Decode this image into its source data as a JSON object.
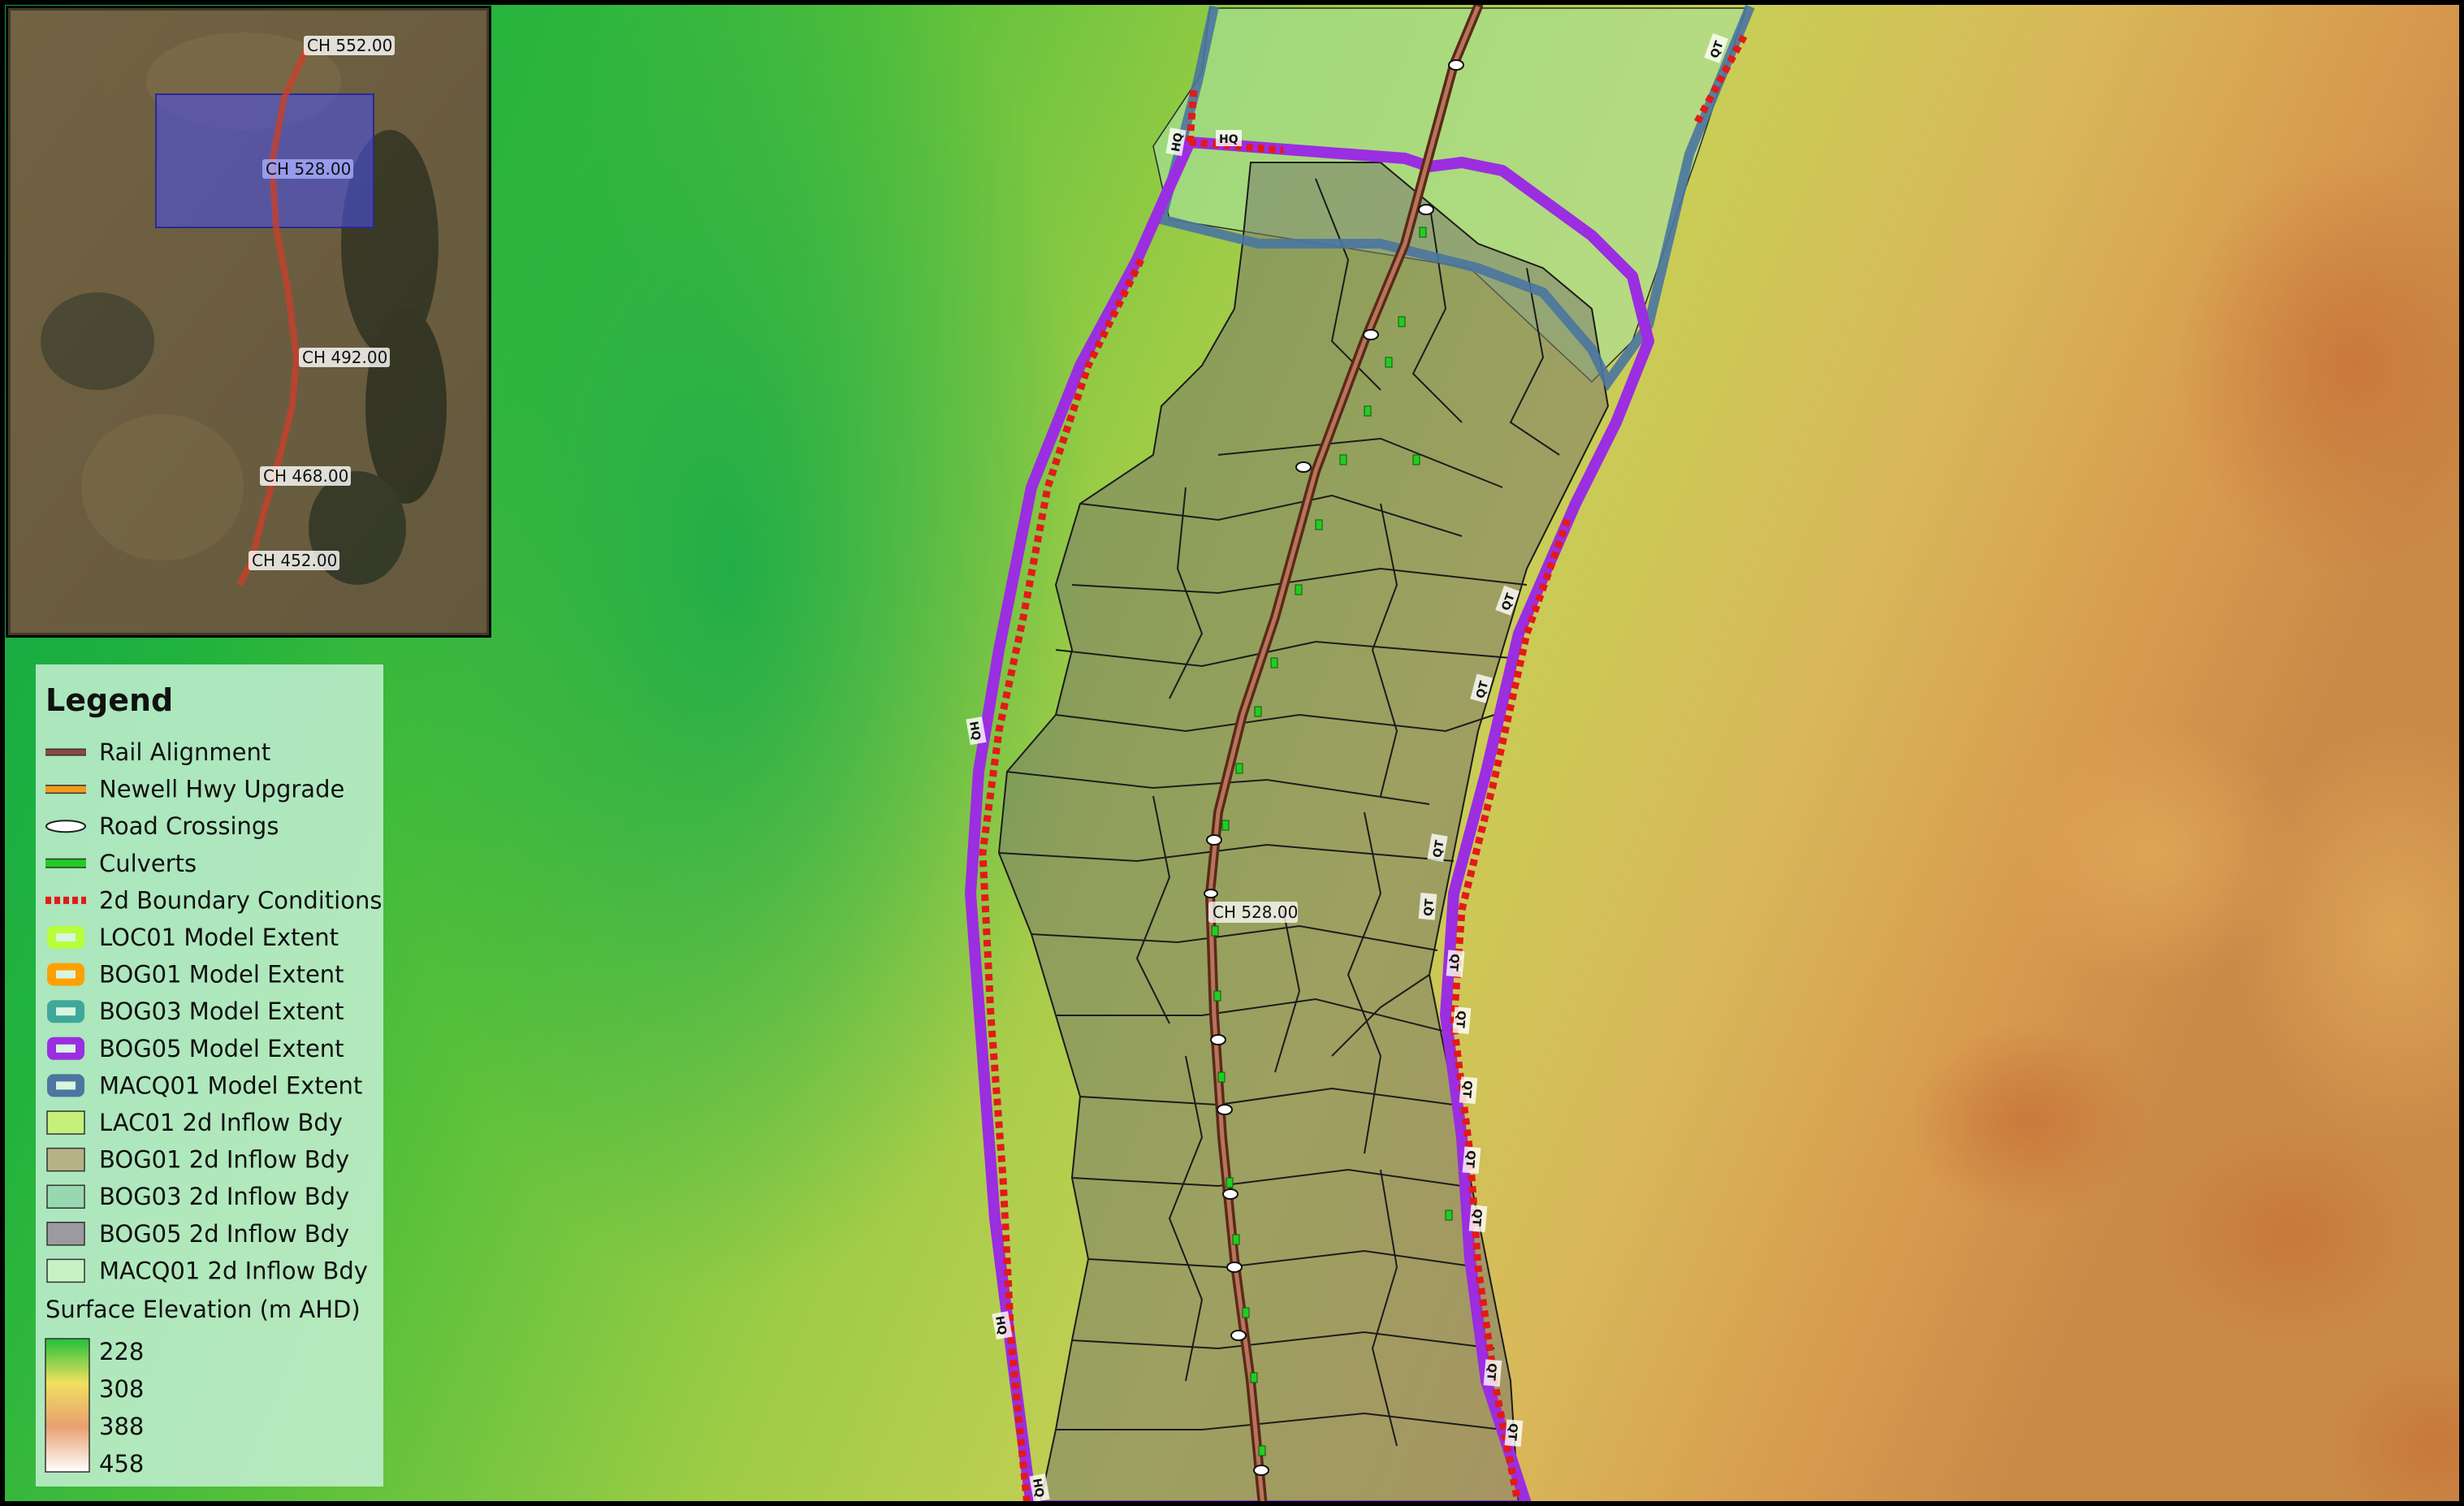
{
  "colors": {
    "rail": "#8b4a3a",
    "hwy": "#f29b1c",
    "culvert": "#22cc22",
    "boundary": "#e21a1a",
    "bog05": "#9b2ee0",
    "macq01": "#4a76a0",
    "inflow_fill": "#7a7a6a",
    "macq_fill": "#a9e3a0"
  },
  "inset": {
    "chainages": [
      "CH 552.00",
      "CH 528.00",
      "CH 492.00",
      "CH 468.00",
      "CH 452.00"
    ]
  },
  "map": {
    "chainage_label": "CH 528.00",
    "hq_label": "HQ",
    "qt_label": "QT"
  },
  "legend": {
    "title": "Legend",
    "items": [
      {
        "label": "Rail Alignment",
        "symbol": "rail"
      },
      {
        "label": "Newell Hwy Upgrade",
        "symbol": "hwy"
      },
      {
        "label": "Road Crossings",
        "symbol": "crossing"
      },
      {
        "label": "Culverts",
        "symbol": "culvert"
      },
      {
        "label": "2d Boundary Conditions",
        "symbol": "boundary"
      },
      {
        "label": "LOC01 Model Extent",
        "symbol": "ext-loc01"
      },
      {
        "label": "BOG01 Model Extent",
        "symbol": "ext-bog01"
      },
      {
        "label": "BOG03 Model Extent",
        "symbol": "ext-bog03"
      },
      {
        "label": "BOG05 Model Extent",
        "symbol": "ext-bog05"
      },
      {
        "label": "MACQ01 Model Extent",
        "symbol": "ext-macq01"
      },
      {
        "label": "LAC01 2d Inflow Bdy",
        "symbol": "fill-lac01"
      },
      {
        "label": "BOG01 2d Inflow Bdy",
        "symbol": "fill-bog01"
      },
      {
        "label": "BOG03 2d Inflow Bdy",
        "symbol": "fill-bog03"
      },
      {
        "label": "BOG05 2d Inflow Bdy",
        "symbol": "fill-bog05"
      },
      {
        "label": "MACQ01 2d Inflow Bdy",
        "symbol": "fill-macq01"
      }
    ],
    "elevation_title": "Surface Elevation (m AHD)",
    "elevation_ticks": [
      "228",
      "308",
      "388",
      "458"
    ]
  }
}
